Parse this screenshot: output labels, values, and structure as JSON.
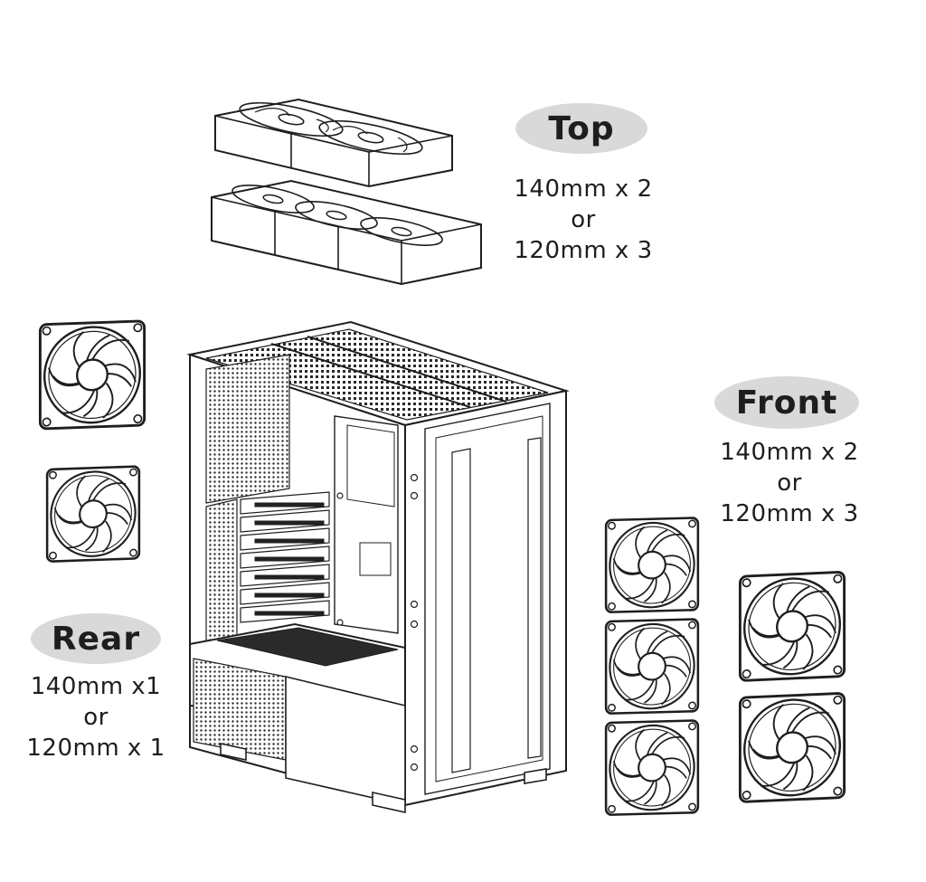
{
  "zones": {
    "top": {
      "title": "Top",
      "line1": "140mm x 2",
      "line2": "or",
      "line3": "120mm x 3"
    },
    "front": {
      "title": "Front",
      "line1": "140mm x 2",
      "line2": "or",
      "line3": "120mm x 3"
    },
    "rear": {
      "title": "Rear",
      "line1": "140mm x1",
      "line2": "or",
      "line3": "120mm x 1"
    }
  },
  "colors": {
    "pill": "#d9d9d9",
    "line": "#1e1e1e",
    "paper": "#ffffff"
  },
  "icons": {
    "fan": "fan-icon",
    "case": "pc-case-illustration"
  }
}
